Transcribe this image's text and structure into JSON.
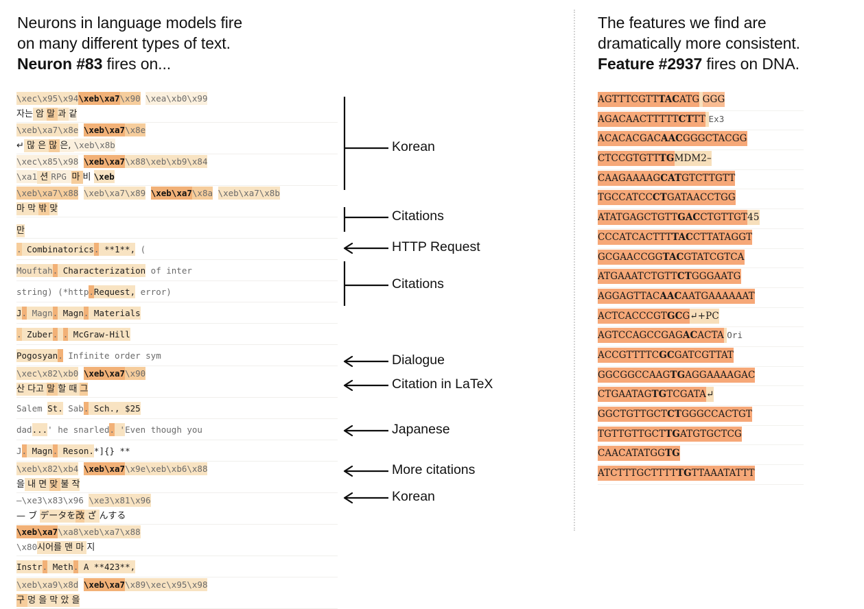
{
  "headers": {
    "left": {
      "line1": "Neurons in language models fire",
      "line2": "on many different types of text.",
      "bold": "Neuron #83",
      "rest": " fires on..."
    },
    "right": {
      "line1": "The features we find are",
      "line2": "dramatically more consistent.",
      "bold": "Feature #2937",
      "rest": " fires on DNA."
    }
  },
  "annotations": [
    {
      "label": "Korean",
      "type": "bracket"
    },
    {
      "label": "Citations",
      "type": "bracket"
    },
    {
      "label": "HTTP Request",
      "type": "arrow"
    },
    {
      "label": "Citations",
      "type": "bracket"
    },
    {
      "label": "Dialogue",
      "type": "arrow"
    },
    {
      "label": "Citation in LaTeX",
      "type": "arrow"
    },
    {
      "label": "Japanese",
      "type": "arrow"
    },
    {
      "label": "More citations",
      "type": "arrow"
    },
    {
      "label": "Korean",
      "type": "arrow"
    }
  ],
  "left_rows": [
    {
      "id": "kr1",
      "kind": "double",
      "top": [
        {
          "t": "    ",
          "h": 0
        },
        {
          "t": "\\xec\\x95\\x94",
          "h": 2
        },
        {
          "t": "\\xeb\\xa7",
          "h": 4,
          "b": true
        },
        {
          "t": "\\x90",
          "h": 3
        },
        {
          "t": "  ",
          "h": 0
        },
        {
          "t": "\\xea\\xb0\\x99",
          "h": 1
        }
      ],
      "bot": [
        {
          "t": "자는",
          "h": 0,
          "kr": true
        },
        {
          "t": "    암    ",
          "h": 2,
          "kr": true
        },
        {
          "t": "  말  ",
          "h": 3,
          "kr": true
        },
        {
          "t": "  과  ",
          "h": 2,
          "kr": true
        },
        {
          "t": "  같  ",
          "h": 1,
          "kr": true
        }
      ]
    },
    {
      "id": "kr2",
      "kind": "double",
      "top": [
        {
          "t": " ",
          "h": 0
        },
        {
          "t": "\\xeb\\xa7\\x8e",
          "h": 2
        },
        {
          "t": "  ",
          "h": 0
        },
        {
          "t": "\\xeb\\xa7",
          "h": 4,
          "b": true
        },
        {
          "t": "\\x8e",
          "h": 3
        }
      ],
      "bot": [
        {
          "t": "↵",
          "h": 0,
          "kr": true
        },
        {
          "t": "   많   ",
          "h": 2,
          "kr": true
        },
        {
          "t": " 은 ",
          "h": 2,
          "kr": true
        },
        {
          "t": "  많  ",
          "h": 3,
          "kr": true
        },
        {
          "t": " 은, ",
          "h": 1,
          "kr": true
        },
        {
          "t": " \\xeb\\x8b",
          "h": 1
        }
      ]
    },
    {
      "id": "kr3",
      "kind": "double",
      "top": [
        {
          "t": "    ",
          "h": 0
        },
        {
          "t": "\\xec\\x85\\x98",
          "h": 1
        },
        {
          "t": "    ",
          "h": 0
        },
        {
          "t": "\\xeb\\xa7",
          "h": 4,
          "b": true
        },
        {
          "t": "\\x88\\xeb\\xb9\\x84",
          "h": 2
        }
      ],
      "bot": [
        {
          "t": "\\xa1",
          "h": 1
        },
        {
          "t": "   션   ",
          "h": 2,
          "kr": true
        },
        {
          "t": " RPG ",
          "h": 1
        },
        {
          "t": " 마 ",
          "h": 3,
          "kr": true
        },
        {
          "t": "    ",
          "h": 3,
          "kr": true
        },
        {
          "t": "  비  ",
          "h": 0,
          "kr": true
        },
        {
          "t": "  ",
          "h": 0
        },
        {
          "t": "\\xeb",
          "h": 2,
          "b": true
        }
      ]
    },
    {
      "id": "kr4",
      "kind": "double",
      "top": [
        {
          "t": " ",
          "h": 0
        },
        {
          "t": "\\xeb\\xa7\\x88",
          "h": 3
        },
        {
          "t": " ",
          "h": 0
        },
        {
          "t": "\\xeb\\xa7\\x89",
          "h": 2
        },
        {
          "t": " ",
          "h": 0
        },
        {
          "t": "\\xeb\\xa7",
          "h": 4,
          "b": true
        },
        {
          "t": "\\x8a",
          "h": 3
        },
        {
          "t": " ",
          "h": 0
        },
        {
          "t": "\\xeb\\xa7\\x8b",
          "h": 2
        }
      ],
      "bot": [
        {
          "t": "  마   ",
          "h": 2,
          "kr": true
        },
        {
          "t": "   막   ",
          "h": 2,
          "kr": true
        },
        {
          "t": "   밖   ",
          "h": 3,
          "kr": true
        },
        {
          "t": "   맞   ",
          "h": 2,
          "kr": true
        }
      ]
    },
    {
      "id": "kr5",
      "kind": "single-kr",
      "mid": [
        {
          "t": "만",
          "h": 2,
          "kr": true
        }
      ]
    },
    {
      "id": "c1",
      "kind": "single",
      "mid": [
        {
          "t": ".",
          "h": 3
        },
        {
          "t": " Combinatorics",
          "h": 2,
          "k": true
        },
        {
          "t": ".",
          "h": 4
        },
        {
          "t": " **1**,",
          "h": 2,
          "k": true
        },
        {
          "t": " (",
          "h": 0
        }
      ]
    },
    {
      "id": "c2",
      "kind": "single",
      "mid": [
        {
          "t": " Mouftah",
          "h": 2
        },
        {
          "t": ".",
          "h": 4
        },
        {
          "t": " Characterization",
          "h": 2,
          "k": true
        },
        {
          "t": " of inter",
          "h": 0
        }
      ]
    },
    {
      "id": "c3",
      "kind": "single",
      "mid": [
        {
          "t": "  string) (*http",
          "h": 0
        },
        {
          "t": ".",
          "h": 4
        },
        {
          "t": "Request,",
          "h": 2,
          "k": true
        },
        {
          "t": " error)",
          "h": 0
        }
      ]
    },
    {
      "id": "c4",
      "kind": "single",
      "mid": [
        {
          "t": " J",
          "h": 2,
          "k": true
        },
        {
          "t": ".",
          "h": 4
        },
        {
          "t": " Magn",
          "h": 2
        },
        {
          "t": ".",
          "h": 4
        },
        {
          "t": " Magn",
          "h": 2,
          "k": true
        },
        {
          "t": ".",
          "h": 4
        },
        {
          "t": " Materials",
          "h": 2,
          "k": true
        }
      ]
    },
    {
      "id": "c5",
      "kind": "single",
      "mid": [
        {
          "t": ".",
          "h": 3
        },
        {
          "t": " Zuber",
          "h": 2,
          "k": true
        },
        {
          "t": ".",
          "h": 4
        },
        {
          "t": " ",
          "h": 2
        },
        {
          "t": ".",
          "h": 4
        },
        {
          "t": " McGraw-Hill",
          "h": 2,
          "k": true
        }
      ]
    },
    {
      "id": "c6",
      "kind": "single",
      "mid": [
        {
          "t": " Pogosyan",
          "h": 2,
          "k": true
        },
        {
          "t": ".",
          "h": 4
        },
        {
          "t": " Infinite order sym",
          "h": 0
        }
      ]
    },
    {
      "id": "kr6",
      "kind": "double",
      "top": [
        {
          "t": " ",
          "h": 0
        },
        {
          "t": "\\xec\\x82\\xb0",
          "h": 2
        },
        {
          "t": "  ",
          "h": 0
        },
        {
          "t": "\\xeb\\xa7",
          "h": 4,
          "b": true
        },
        {
          "t": "\\x90",
          "h": 3
        }
      ],
      "bot": [
        {
          "t": "    산   ",
          "h": 2,
          "kr": true
        },
        {
          "t": " 다고 ",
          "h": 2,
          "kr": true
        },
        {
          "t": "  말   ",
          "h": 3,
          "kr": true
        },
        {
          "t": " 할 때 ",
          "h": 2,
          "kr": true
        },
        {
          "t": "그",
          "h": 3,
          "kr": true
        }
      ]
    },
    {
      "id": "c7",
      "kind": "single",
      "mid": [
        {
          "t": " Salem ",
          "h": 0
        },
        {
          "t": "St.",
          "h": 2,
          "k": true
        },
        {
          "t": " Sab",
          "h": 0
        },
        {
          "t": ".",
          "h": 4
        },
        {
          "t": " Sch., $25",
          "h": 2,
          "k": true
        }
      ]
    },
    {
      "id": "c8",
      "kind": "single",
      "mid": [
        {
          "t": " dad",
          "h": 0
        },
        {
          "t": "...",
          "h": 2,
          "k": true
        },
        {
          "t": "' he snarled",
          "h": 0
        },
        {
          "t": ".",
          "h": 4
        },
        {
          "t": " '",
          "h": 2
        },
        {
          "t": "Even though you",
          "h": 0
        }
      ]
    },
    {
      "id": "c9",
      "kind": "single",
      "mid": [
        {
          "t": "J",
          "h": 0
        },
        {
          "t": ".",
          "h": 4
        },
        {
          "t": " Magn",
          "h": 2,
          "k": true
        },
        {
          "t": ".",
          "h": 4
        },
        {
          "t": " Reson.",
          "h": 2,
          "k": true
        },
        {
          "t": "*]{} **",
          "h": 0,
          "k": true
        }
      ]
    },
    {
      "id": "kr7",
      "kind": "double",
      "top": [
        {
          "t": "  ",
          "h": 0
        },
        {
          "t": "\\xeb\\x82\\xb4",
          "h": 2
        },
        {
          "t": " ",
          "h": 0
        },
        {
          "t": "\\xeb\\xa7",
          "h": 4,
          "b": true
        },
        {
          "t": "\\x9e\\xeb\\xb6\\x88",
          "h": 2
        }
      ],
      "bot": [
        {
          "t": "을",
          "h": 0,
          "kr": true
        },
        {
          "t": "    내    ",
          "h": 2,
          "kr": true
        },
        {
          "t": " 면 ",
          "h": 2,
          "kr": true
        },
        {
          "t": "  맞   ",
          "h": 3,
          "kr": true
        },
        {
          "t": "    불   ",
          "h": 2,
          "kr": true
        },
        {
          "t": " 작 ",
          "h": 2,
          "kr": true
        }
      ]
    },
    {
      "id": "jp1",
      "kind": "double",
      "top": [
        {
          "t": "—",
          "h": 0
        },
        {
          "t": "\\xe3\\x83\\x96",
          "h": 0
        },
        {
          "t": "     ",
          "h": 0
        },
        {
          "t": "\\xe3\\x81\\x96",
          "h": 2
        }
      ],
      "bot": [
        {
          "t": "  —  ",
          "h": 0,
          "kr": true
        },
        {
          "t": "  ブ ",
          "h": 0,
          "kr": true
        },
        {
          "t": "データを",
          "h": 2,
          "kr": true
        },
        {
          "t": "改",
          "h": 3,
          "kr": true
        },
        {
          "t": "   ざ   ",
          "h": 2,
          "kr": true
        },
        {
          "t": " んする",
          "h": 0,
          "kr": true
        }
      ]
    },
    {
      "id": "kr8",
      "kind": "double",
      "top": [
        {
          "t": "    ",
          "h": 0
        },
        {
          "t": "\\xeb\\xa7",
          "h": 4,
          "b": true
        },
        {
          "t": "\\xa8\\xeb\\xa7\\x88",
          "h": 2
        }
      ],
      "bot": [
        {
          "t": "\\x80",
          "h": 0
        },
        {
          "t": "시어를",
          "h": 2,
          "kr": true
        },
        {
          "t": "   맨   ",
          "h": 2,
          "kr": true
        },
        {
          "t": "    마   ",
          "h": 2,
          "kr": true
        },
        {
          "t": " 지",
          "h": 0,
          "kr": true
        }
      ]
    },
    {
      "id": "c10",
      "kind": "single",
      "mid": [
        {
          "t": " Instr",
          "h": 2,
          "k": true
        },
        {
          "t": ".",
          "h": 4
        },
        {
          "t": " Meth",
          "h": 2,
          "k": true
        },
        {
          "t": ".",
          "h": 4
        },
        {
          "t": " A **423**,",
          "h": 2,
          "k": true
        }
      ]
    },
    {
      "id": "kr9",
      "kind": "double",
      "top": [
        {
          "t": "  ",
          "h": 0
        },
        {
          "t": "\\xeb\\xa9\\x8d",
          "h": 2
        },
        {
          "t": "  ",
          "h": 0
        },
        {
          "t": "\\xeb\\xa7",
          "h": 4,
          "b": true
        },
        {
          "t": "\\x89\\xec\\x95\\x98",
          "h": 2
        }
      ],
      "bot": [
        {
          "t": " 구 ",
          "h": 3,
          "kr": true
        },
        {
          "t": "  멍  ",
          "h": 2,
          "kr": true
        },
        {
          "t": "  을  ",
          "h": 2,
          "kr": true
        },
        {
          "t": "  막   ",
          "h": 2,
          "kr": true
        },
        {
          "t": "   았  ",
          "h": 2,
          "kr": true
        },
        {
          "t": " 을 ",
          "h": 2,
          "kr": true
        }
      ]
    }
  ],
  "dna_rows": [
    {
      "segs": [
        {
          "t": "AGTTTCGTT",
          "c": "on"
        },
        {
          "t": "TAC",
          "c": "on",
          "b": true
        },
        {
          "t": "ATG",
          "c": "on"
        },
        {
          "t": "    ",
          "c": "pad"
        },
        {
          "t": " ",
          "c": "sp"
        },
        {
          "t": " GGG ",
          "c": "on2"
        }
      ]
    },
    {
      "segs": [
        {
          "t": "AGACAACTTTTT",
          "c": "on"
        },
        {
          "t": "CT",
          "c": "on",
          "b": true
        },
        {
          "t": "TT",
          "c": "on"
        },
        {
          "t": "   ",
          "c": "pad"
        },
        {
          "t": "  Ex3",
          "c": "plain"
        }
      ]
    },
    {
      "segs": [
        {
          "t": "ACACACGAC",
          "c": "on"
        },
        {
          "t": "AAC",
          "c": "on",
          "b": true
        },
        {
          "t": "GGGCTACGG",
          "c": "on"
        }
      ]
    },
    {
      "segs": [
        {
          "t": "CTCCGTGTT",
          "c": "on"
        },
        {
          "t": "TG",
          "c": "on",
          "b": true
        },
        {
          "t": "MDM2–",
          "c": "pad"
        }
      ]
    },
    {
      "segs": [
        {
          "t": "CAAGAAAAG",
          "c": "on"
        },
        {
          "t": "CAT",
          "c": "on",
          "b": true
        },
        {
          "t": "GTCTTGTT",
          "c": "on"
        }
      ]
    },
    {
      "segs": [
        {
          "t": "  ",
          "c": "pad"
        },
        {
          "t": "  TGCCATCC",
          "c": "on"
        },
        {
          "t": "CT",
          "c": "on",
          "b": true
        },
        {
          "t": "GATAACCTGG",
          "c": "on"
        }
      ]
    },
    {
      "segs": [
        {
          "t": "ATATGAGCTGTT",
          "c": "on"
        },
        {
          "t": "GAC",
          "c": "on",
          "b": true
        },
        {
          "t": "CTGTTGT",
          "c": "on"
        },
        {
          "t": "45",
          "c": "pad"
        }
      ]
    },
    {
      "segs": [
        {
          "t": "CCCATCACTTT",
          "c": "on"
        },
        {
          "t": "TAC",
          "c": "on",
          "b": true
        },
        {
          "t": "CTTATAGGT",
          "c": "on"
        }
      ]
    },
    {
      "segs": [
        {
          "t": " ",
          "c": "pad"
        },
        {
          "t": " GCGAACCGG",
          "c": "on"
        },
        {
          "t": "TAC",
          "c": "on",
          "b": true
        },
        {
          "t": "GTATCGTCA",
          "c": "on"
        }
      ]
    },
    {
      "segs": [
        {
          "t": "ATGAAATCTGTT",
          "c": "on"
        },
        {
          "t": "CT",
          "c": "on",
          "b": true
        },
        {
          "t": "GGGAATG",
          "c": "on"
        },
        {
          "t": "  ",
          "c": "pad"
        }
      ]
    },
    {
      "segs": [
        {
          "t": "AGGAGTTAC",
          "c": "on"
        },
        {
          "t": "AAC",
          "c": "on",
          "b": true
        },
        {
          "t": "AATGAAAAAAT",
          "c": "on"
        }
      ]
    },
    {
      "segs": [
        {
          "t": "ACTCACCCGT",
          "c": "on"
        },
        {
          "t": "GC",
          "c": "on",
          "b": true
        },
        {
          "t": "G",
          "c": "on"
        },
        {
          "t": "↵",
          "c": "pad"
        },
        {
          "t": "+PC",
          "c": "pad"
        }
      ]
    },
    {
      "segs": [
        {
          "t": "AGTCCAGCCGAG",
          "c": "on"
        },
        {
          "t": "AC",
          "c": "on",
          "b": true
        },
        {
          "t": "ACTA",
          "c": "on"
        },
        {
          "t": "      ",
          "c": "pad"
        },
        {
          "t": "  Ori",
          "c": "plain"
        }
      ]
    },
    {
      "segs": [
        {
          "t": "ACCGTTTTC",
          "c": "on"
        },
        {
          "t": "GC",
          "c": "on",
          "b": true
        },
        {
          "t": "GATCGTTAT",
          "c": "on"
        }
      ]
    },
    {
      "segs": [
        {
          "t": "GGCGGCCAAG",
          "c": "on"
        },
        {
          "t": "TG",
          "c": "on",
          "b": true
        },
        {
          "t": "AGGAAAAGAC",
          "c": "on"
        }
      ]
    },
    {
      "segs": [
        {
          "t": "CTGAATAG",
          "c": "on"
        },
        {
          "t": "TG",
          "c": "on",
          "b": true
        },
        {
          "t": "TCGATA",
          "c": "on"
        },
        {
          "t": "↵",
          "c": "pad"
        }
      ]
    },
    {
      "segs": [
        {
          "t": "GGCTGTTGCT",
          "c": "on"
        },
        {
          "t": "CT",
          "c": "on",
          "b": true
        },
        {
          "t": "GGGCCACTGT",
          "c": "on"
        }
      ]
    },
    {
      "segs": [
        {
          "t": "TGTTGTTGCT",
          "c": "on"
        },
        {
          "t": "TG",
          "c": "on",
          "b": true
        },
        {
          "t": "ATGTGCTCG",
          "c": "on"
        }
      ]
    },
    {
      "segs": [
        {
          "t": "CAACATATGG",
          "c": "on"
        },
        {
          "t": "TG",
          "c": "on",
          "b": true
        }
      ]
    },
    {
      "segs": [
        {
          "t": "ATCTTTGCTTTT",
          "c": "on"
        },
        {
          "t": "TG",
          "c": "on",
          "b": true
        },
        {
          "t": "TTAAATATTT",
          "c": "on"
        }
      ]
    }
  ],
  "colors": {
    "highlight_orange": "#f6a878",
    "highlight_cream": "#f7dfbb",
    "accent_strong": "#f2b177",
    "text": "#121212"
  }
}
